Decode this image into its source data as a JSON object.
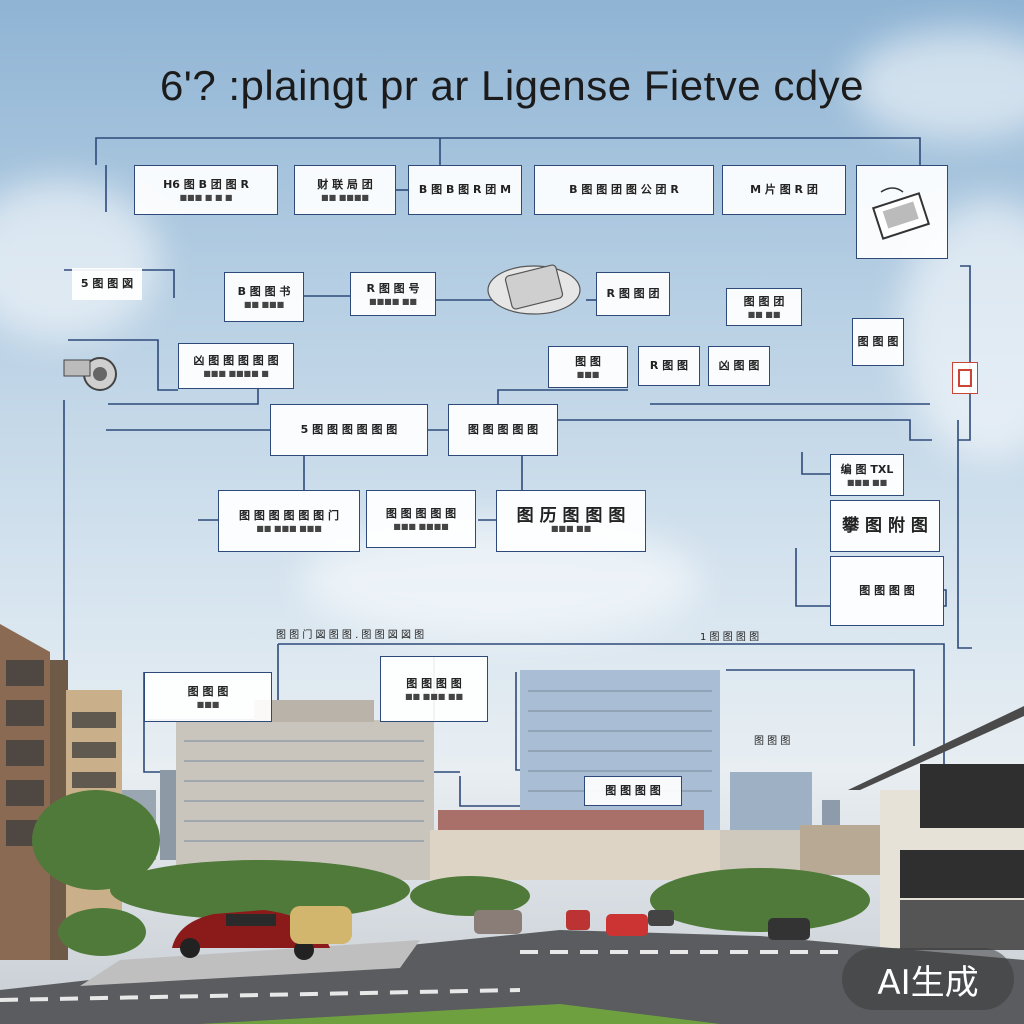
{
  "title": "6'? :plaingt pr ar Ligense Fietve cdye",
  "badge": "AI生成",
  "nodes": {
    "r1a": {
      "l1": "H6 图 B 团 图 R",
      "l2": "■■■ ■ ■ ■"
    },
    "r1b": {
      "l1": "财 联 局 团",
      "l2": "■■ ■■■■"
    },
    "r1c": {
      "l1": "B 图 B 图 R 团 M",
      "l2": ""
    },
    "r1d": {
      "l1": "B 图 图 团 图 公 团 R",
      "l2": ""
    },
    "r1e": {
      "l1": "M 片 图 R 团",
      "l2": ""
    },
    "r2a": {
      "l1": "5 图 图 図",
      "l2": ""
    },
    "r2b": {
      "l1": "B 图 图 书",
      "l2": "■■ ■■■"
    },
    "r2c": {
      "l1": "R 图 图 号",
      "l2": "■■■■ ■■"
    },
    "r2d": {
      "l1": "R 图 图 团",
      "l2": ""
    },
    "r2e": {
      "l1": "图 图 团",
      "l2": "■■ ■■"
    },
    "r3a": {
      "l1": "凶 图 图 图 图 图",
      "l2": "■■■ ■■■■ ■"
    },
    "r3b": {
      "l1": "图 图",
      "l2": "■■■"
    },
    "r3c": {
      "l1": "R 图 图",
      "l2": ""
    },
    "r3d": {
      "l1": "凶 图 图",
      "l2": ""
    },
    "r4a": {
      "l1": "5 图 图 图 图 图 图",
      "l2": ""
    },
    "r4b": {
      "l1": "图 图 图 图 图",
      "l2": ""
    },
    "r5a": {
      "l1": "图 图 图 图 图 图 门",
      "l2": "■■ ■■■ ■■■"
    },
    "r5b": {
      "l1": "图 图 图 图 图",
      "l2": "■■■ ■■■■"
    },
    "r5c": {
      "l1": "图 历 图 图 图",
      "l2": "■■■ ■■"
    },
    "s1": {
      "l1": "编 图 TXL",
      "l2": "■■■ ■■"
    },
    "s2": {
      "l1": "攀 图 附 图",
      "l2": ""
    },
    "s3": {
      "l1": "图 图 图 图",
      "l2": ""
    },
    "m1": {
      "l1": "图 图 图",
      "l2": "■■■"
    },
    "m2": {
      "l1": "图 图 图 图",
      "l2": "■■ ■■■ ■■"
    },
    "m3": {
      "l1": "图 图 图 图",
      "l2": ""
    },
    "m4": {
      "l1": "图 图 图",
      "l2": ""
    }
  },
  "labels": {
    "lbl1": "图 图 门 図 图 图 . 图 图 図 図 图",
    "lbl2": "1 图 图 图 图",
    "lbl3": "图 图 图"
  },
  "colors": {
    "line": "#2e4a7a",
    "sky_top": "#8fb4d4",
    "car": "#8b1a1a"
  }
}
